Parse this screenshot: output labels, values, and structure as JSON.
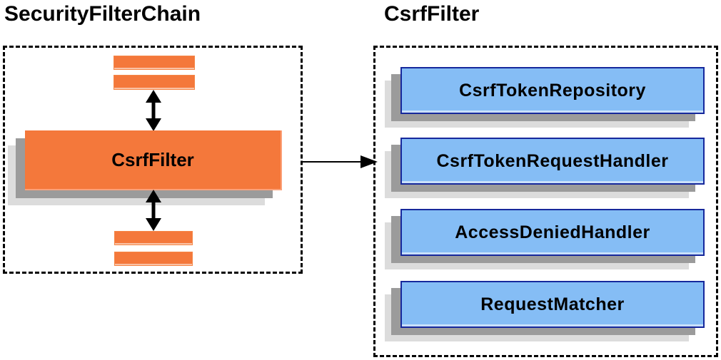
{
  "left_panel": {
    "title": "SecurityFilterChain",
    "filter_box_label": "CsrfFilter"
  },
  "right_panel": {
    "title": "CsrfFilter",
    "components": [
      "CsrfTokenRepository",
      "CsrfTokenRequestHandler",
      "AccessDeniedHandler",
      "RequestMatcher"
    ]
  },
  "icons": {
    "vertical_double_arrow": "double-headed-arrow-icon",
    "horizontal_arrow": "right-arrow-icon"
  },
  "colors": {
    "orange_fill": "#F4783B",
    "blue_fill": "#85BDF5",
    "blue_border": "#16289C",
    "shadow_dark": "#9B9B9B",
    "shadow_light": "#DCDCDC",
    "text": "#000000"
  }
}
